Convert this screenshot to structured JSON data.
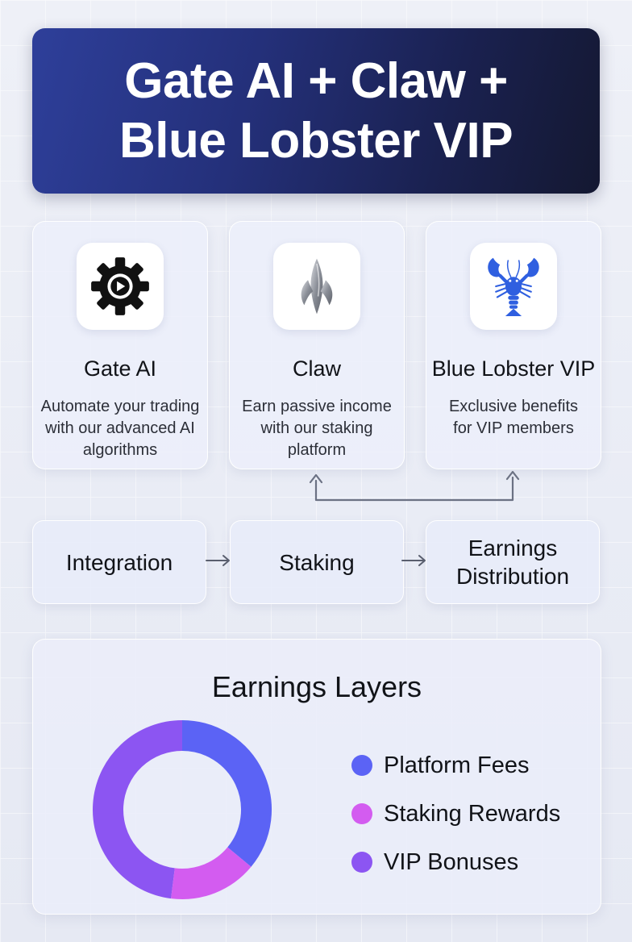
{
  "hero": {
    "line1": "Gate AI + Claw +",
    "line2": "Blue Lobster VIP"
  },
  "features": [
    {
      "title": "Gate AI",
      "icon": "gear-play-icon",
      "desc": [
        "Automate your trading",
        "with our advanced AI",
        "algorithms"
      ]
    },
    {
      "title": "Claw",
      "icon": "claw-icon",
      "desc": [
        "Earn passive income",
        "with our staking",
        "platform"
      ]
    },
    {
      "title": "Blue Lobster VIP",
      "icon": "lobster-icon",
      "desc": [
        "Exclusive benefits",
        "for VIP members"
      ]
    }
  ],
  "flow": {
    "steps": [
      {
        "label": [
          "Integration"
        ]
      },
      {
        "label": [
          "Staking"
        ]
      },
      {
        "label": [
          "Earnings",
          "Distribution"
        ]
      }
    ]
  },
  "chart_data": {
    "type": "pie",
    "title": "Earnings Layers",
    "categories": [
      "Platform Fees",
      "Staking Rewards",
      "VIP Bonuses"
    ],
    "values": [
      36,
      16,
      48
    ],
    "colors": [
      "#5b63f5",
      "#d35cf0",
      "#8c55f2"
    ],
    "legend_position": "right"
  }
}
